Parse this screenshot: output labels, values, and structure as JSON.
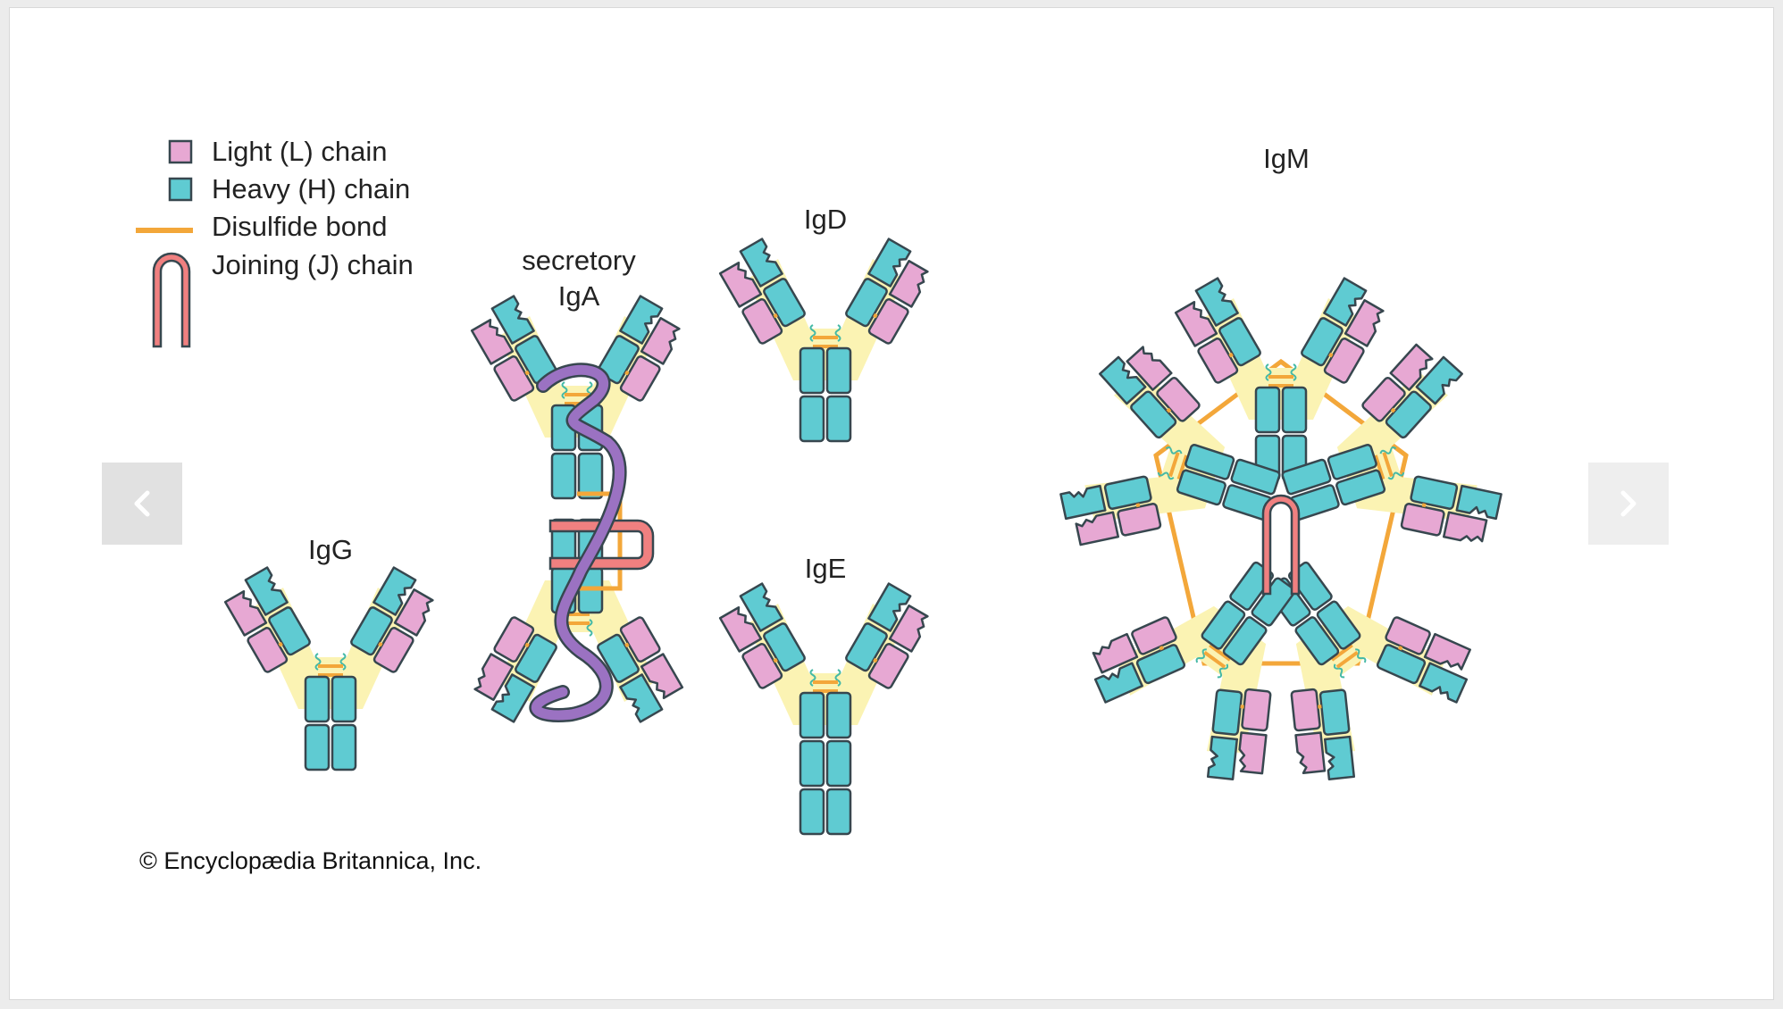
{
  "legend": {
    "light_chain": "Light (L) chain",
    "heavy_chain": "Heavy (H) chain",
    "disulfide_bond": "Disulfide bond",
    "joining_chain": "Joining (J) chain"
  },
  "labels": {
    "igg": "IgG",
    "iga_line1": "secretory",
    "iga_line2": "IgA",
    "igd": "IgD",
    "ige": "IgE",
    "igm": "IgM"
  },
  "copyright": "© Encyclopædia Britannica, Inc.",
  "colors": {
    "light_chain": "#e7a8d3",
    "heavy_chain": "#5fcbd2",
    "disulfide": "#f3a73a",
    "joining_chain": "#f08080",
    "secretory_component": "#9b72c2",
    "halo": "#fbf3b3",
    "outline": "#37474f"
  },
  "navigation": {
    "prev_icon": "chevron-left-icon",
    "next_icon": "chevron-right-icon"
  }
}
